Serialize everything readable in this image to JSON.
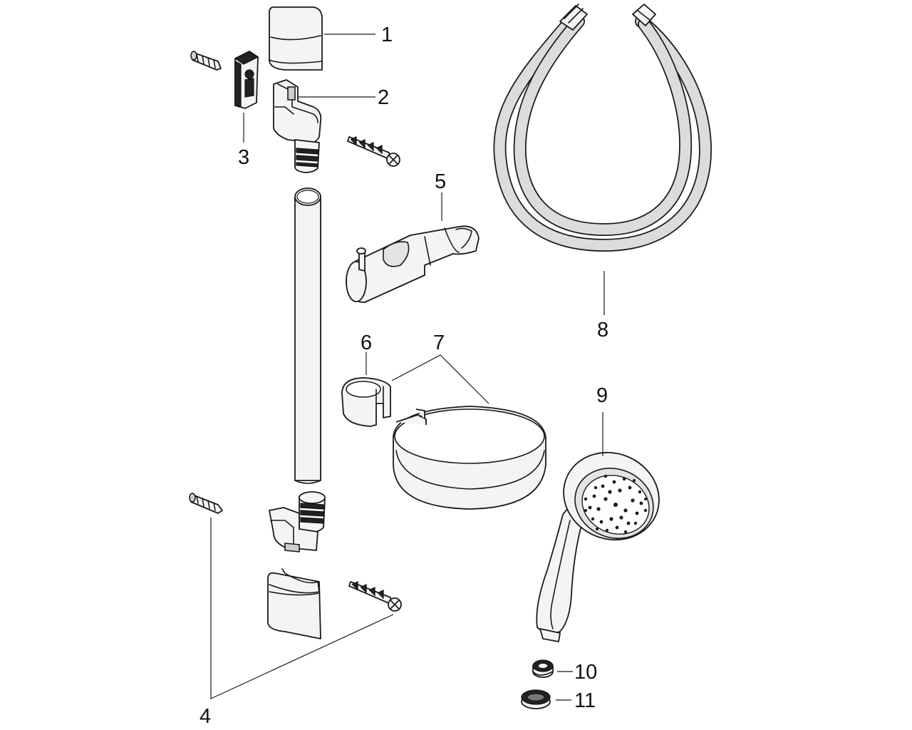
{
  "diagram": {
    "callouts": [
      {
        "id": "1",
        "text": "1"
      },
      {
        "id": "2",
        "text": "2"
      },
      {
        "id": "3",
        "text": "3"
      },
      {
        "id": "4",
        "text": "4"
      },
      {
        "id": "5",
        "text": "5"
      },
      {
        "id": "6",
        "text": "6"
      },
      {
        "id": "7",
        "text": "7"
      },
      {
        "id": "8",
        "text": "8"
      },
      {
        "id": "9",
        "text": "9"
      },
      {
        "id": "10",
        "text": "10"
      },
      {
        "id": "11",
        "text": "11"
      }
    ]
  },
  "colors": {
    "line": "#1a1a1a",
    "fill": "#f4f4f4",
    "hose": "#dcdcdc"
  }
}
